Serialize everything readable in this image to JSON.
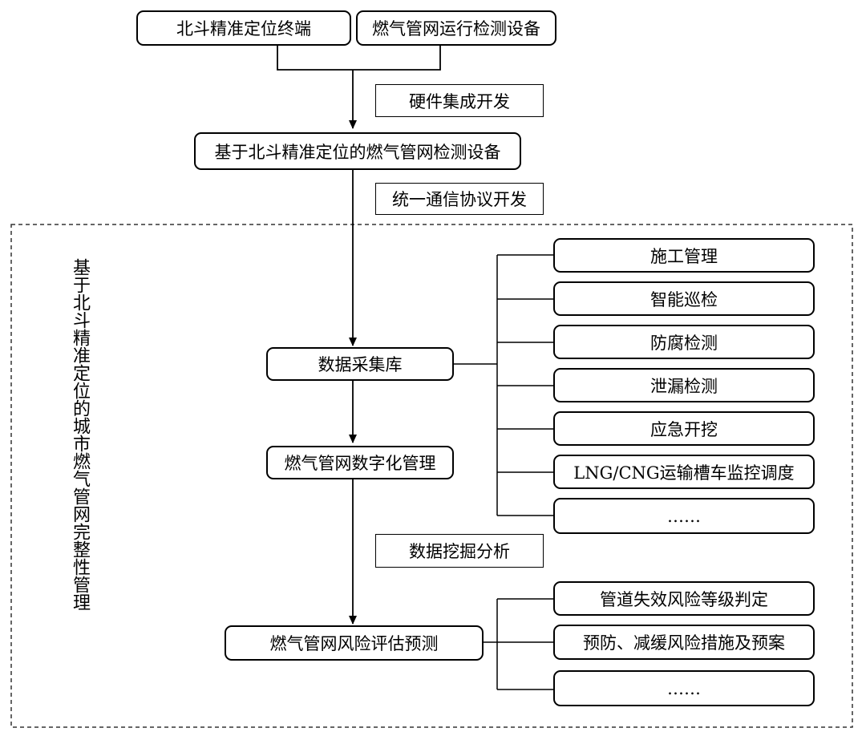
{
  "top": {
    "beidou_terminal": "北斗精准定位终端",
    "gas_monitor_device": "燃气管网运行检测设备"
  },
  "labels": {
    "hardware_integration": "硬件集成开发",
    "protocol_dev": "统一通信协议开发",
    "data_mining": "数据挖掘分析"
  },
  "main": {
    "integrated_device": "基于北斗精准定位的燃气管网检测设备",
    "data_collection": "数据采集库",
    "digital_mgmt": "燃气管网数字化管理",
    "risk_assessment": "燃气管网风险评估预测"
  },
  "side_title": "基于北斗精准定位的城市燃气管网完整性管理",
  "data_items": [
    "施工管理",
    "智能巡检",
    "防腐检测",
    "泄漏检测",
    "应急开挖",
    "LNG/CNG运输槽车监控调度",
    "……"
  ],
  "risk_items": [
    "管道失效风险等级判定",
    "预防、减缓风险措施及预案",
    "……"
  ]
}
